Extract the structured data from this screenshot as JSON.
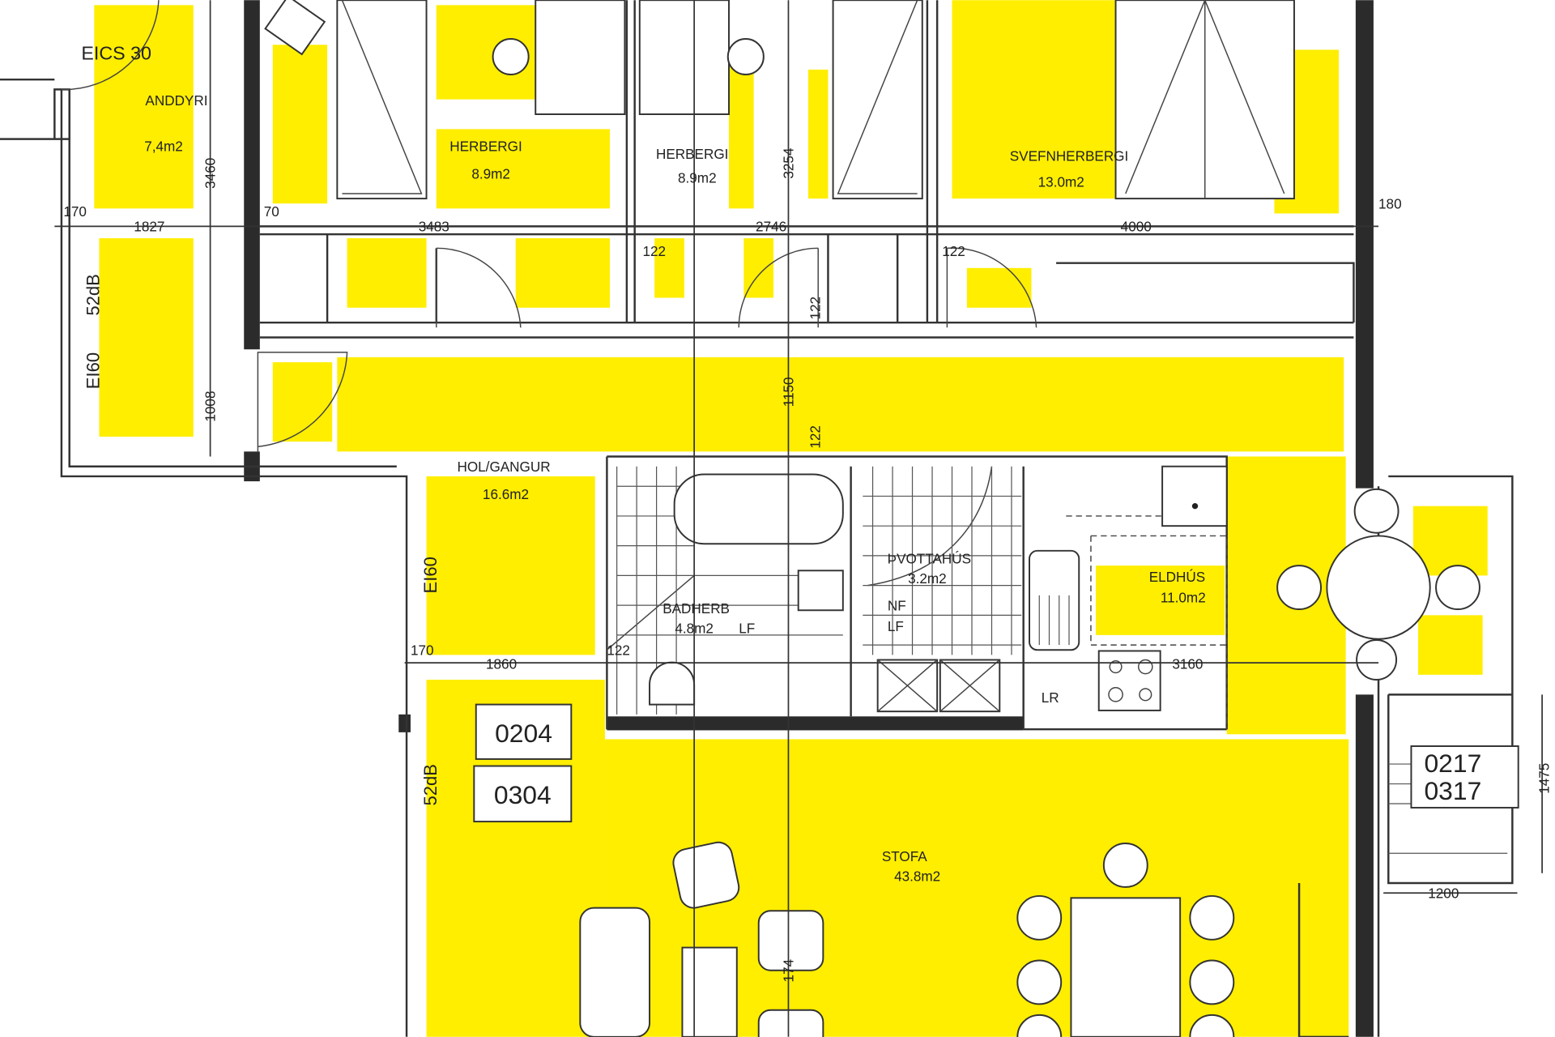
{
  "rooms": {
    "andyri": {
      "name": "ANDDYRI",
      "area": "7,4m2"
    },
    "herbergi1": {
      "name": "HERBERGI",
      "area": "8.9m2"
    },
    "herbergi2": {
      "name": "HERBERGI",
      "area": "8.9m2"
    },
    "svefnherbergi": {
      "name": "SVEFNHERBERGI",
      "area": "13.0m2"
    },
    "hol": {
      "name": "HOL/GANGUR",
      "area": "16.6m2"
    },
    "badherb": {
      "name": "BADHERB",
      "area": "4.8m2"
    },
    "thvottahus": {
      "name": "ÞVOTTAHÚS",
      "area": "3.2m2"
    },
    "eldhus": {
      "name": "ELDHÚS",
      "area": "11.0m2"
    },
    "stofa": {
      "name": "STOFA",
      "area": "43.8m2"
    }
  },
  "acoustic_labels": {
    "door_rating": "EICS 30",
    "wall_db_top": "52dB",
    "wall_ei_top": "EI60",
    "wall_ei_mid": "EI60",
    "wall_db_mid": "52dB"
  },
  "dimensions": {
    "d170_left": "170",
    "d1827": "1827",
    "d70": "70",
    "d3483": "3483",
    "d2746": "2746",
    "d4000": "4000",
    "d180": "180",
    "d3460": "3460",
    "d3254": "3254",
    "d1008": "1008",
    "d1150": "1150",
    "d122_a": "122",
    "d122_b": "122",
    "d122_c": "122",
    "d122_d": "122",
    "d122_e": "122",
    "d170_mid": "170",
    "d1860": "1860",
    "d3160": "3160",
    "d1475": "1475",
    "d1200": "1200",
    "d174": "174"
  },
  "fixtures": {
    "lr_kitchen": "LR",
    "lf_laundry": "LF",
    "nf_laundry": "NF",
    "lf_bath": "LF"
  },
  "units": {
    "storage_1": "0204",
    "storage_2": "0304",
    "balcony_1": "0217",
    "balcony_2": "0317"
  },
  "colors": {
    "highlight": "#ffee00",
    "wall": "#2b2b2b"
  }
}
